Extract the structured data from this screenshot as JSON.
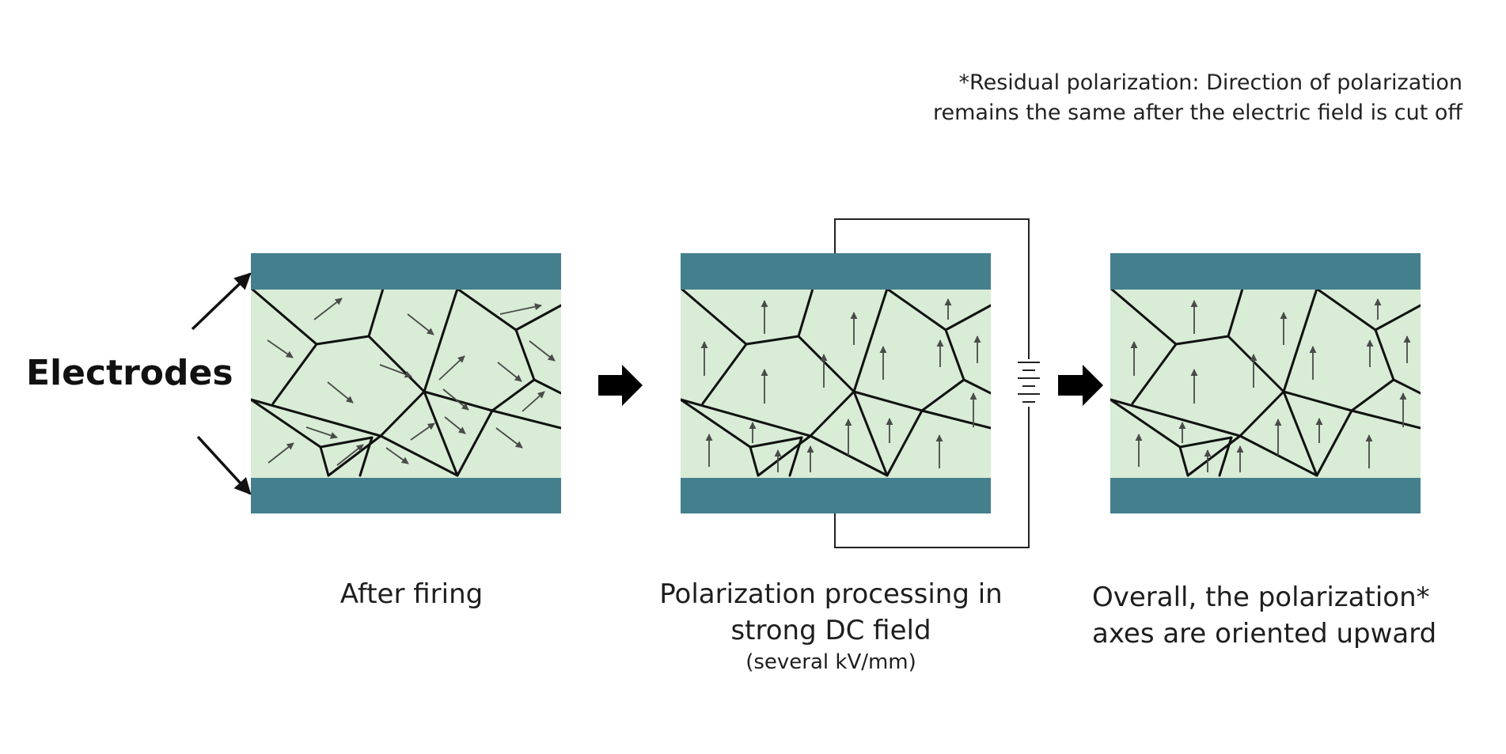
{
  "note": {
    "line1": "*Residual polarization: Direction of polarization",
    "line2": "remains the same after the electric field is cut off"
  },
  "electrodes_label": "Electrodes",
  "captions": {
    "after_firing": "After firing",
    "polarization_line1": "Polarization processing in",
    "polarization_line2": "strong DC field",
    "polarization_sub": "(several kV/mm)",
    "overall_line1": "Overall, the polarization*",
    "overall_line2": "axes are oriented upward"
  },
  "colors": {
    "electrode": "#447f8e",
    "ceramic": "#d8ecd6",
    "grain_boundary": "#111111",
    "dipole_arrow": "#4a4a4a",
    "process_arrow": "#000000"
  },
  "icons": {
    "process_arrow": "right-block-arrow",
    "battery": "battery-symbol"
  }
}
